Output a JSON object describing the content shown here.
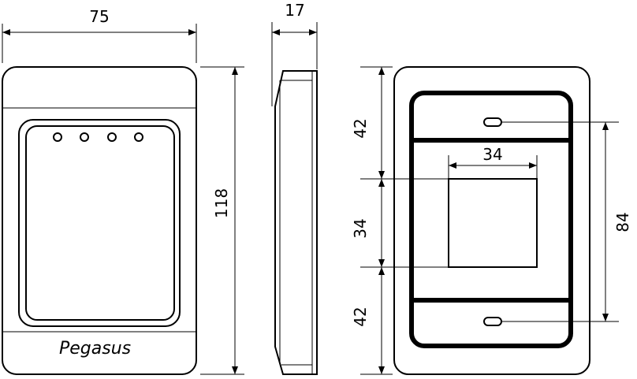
{
  "front_view": {
    "width_label": "75",
    "height_label": "118",
    "brand": "Pegasus",
    "led_count": 4
  },
  "side_view": {
    "depth_label": "17"
  },
  "back_view": {
    "top_gap_label": "42",
    "window_height_label": "34",
    "bottom_gap_label": "42",
    "window_width_label": "34",
    "hole_spacing_label": "84"
  }
}
